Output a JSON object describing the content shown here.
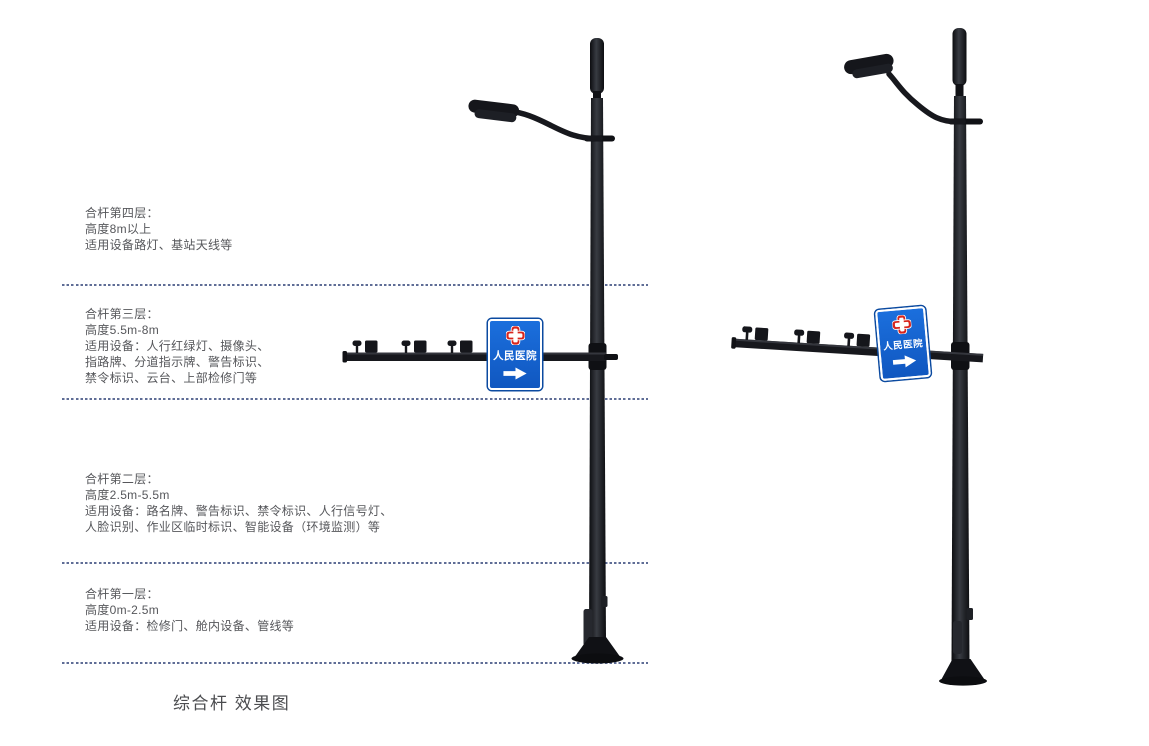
{
  "title": {
    "caption": "综合杆 效果图"
  },
  "annotations": {
    "layer4": {
      "title": "合杆第四层：",
      "line1": "高度8m以上",
      "line2": "适用设备路灯、基站天线等"
    },
    "layer3": {
      "title": "合杆第三层：",
      "line1": "高度5.5m-8m",
      "line2": "适用设备：人行红绿灯、摄像头、",
      "line3": "指路牌、分道指示牌、警告标识、",
      "line4": "禁令标识、云台、上部检修门等"
    },
    "layer2": {
      "title": "合杆第二层：",
      "line1": "高度2.5m-5.5m",
      "line2": "适用设备：路名牌、警告标识、禁令标识、人行信号灯、",
      "line3": "人脸识别、作业区临时标识、智能设备（环境监测）等"
    },
    "layer1": {
      "title": "合杆第一层：",
      "line1": "高度0m-2.5m",
      "line2": "适用设备：检修门、舱内设备、管线等"
    }
  },
  "sign": {
    "left_text": "人民医院",
    "right_text": "人民医院",
    "arrow_icon": "→",
    "cross_icon": "hospital-cross"
  },
  "colors": {
    "sign_blue": "#1360cf",
    "sign_border": "#ffffff",
    "cross_red": "#d8251c",
    "divider_dotted": "#4d5d8a",
    "pole_dark": "#17181d",
    "text_gray": "#56575b"
  }
}
